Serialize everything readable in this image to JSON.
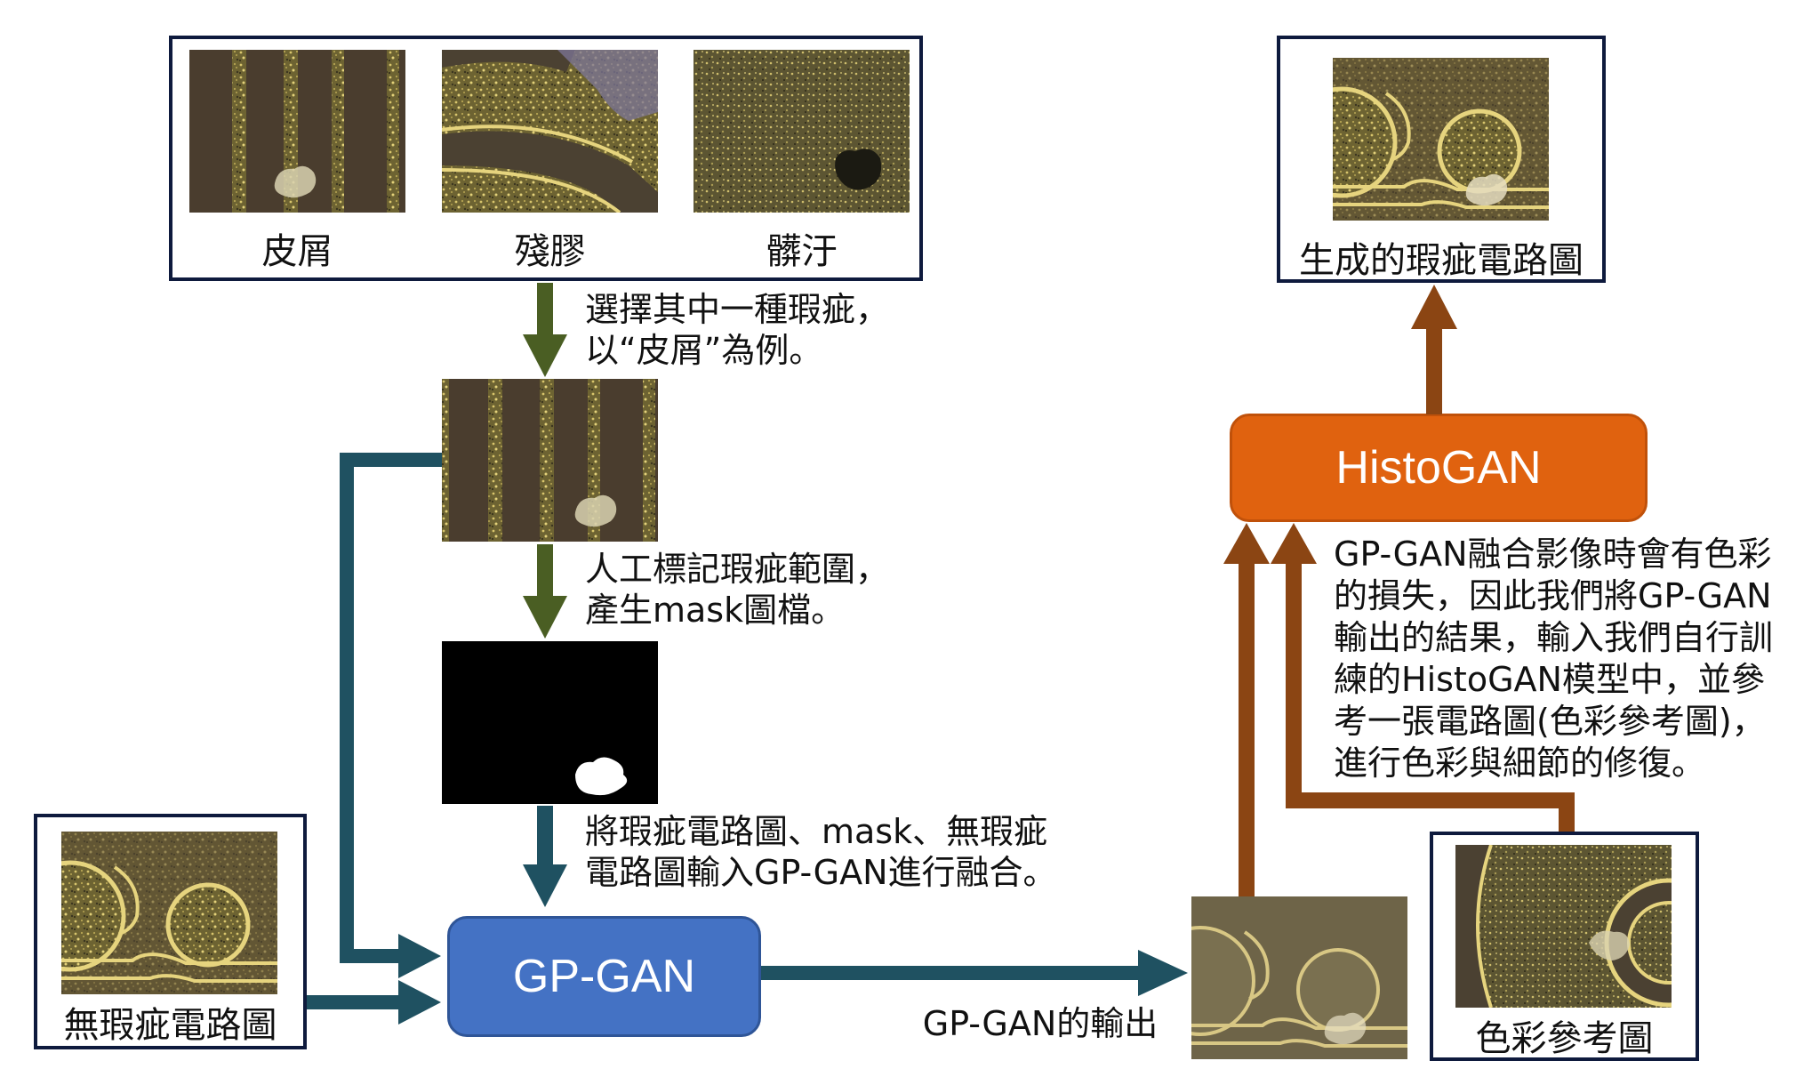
{
  "defect_types": {
    "skin_flake": "皮屑",
    "residual_glue": "殘膠",
    "dirt": "髒汙"
  },
  "steps": {
    "select_line1": "選擇其中一種瑕疵，",
    "select_line2": "以“皮屑”為例。",
    "mask_line1": "人工標記瑕疵範圍，",
    "mask_line2": "產生mask圖檔。",
    "fuse_line1": "將瑕疵電路圖、mask、無瑕疵",
    "fuse_line2": "電路圖輸入GP-GAN進行融合。"
  },
  "clean_image_label": "無瑕疵電路圖",
  "gpgan_label": "GP-GAN",
  "gpgan_output_label": "GP-GAN的輸出",
  "histogan_label": "HistoGAN",
  "histogan_note": [
    "GP-GAN融合影像時會有色彩",
    "的損失，因此我們將GP-GAN",
    "輸出的結果，輸入我們自行訓",
    "練的HistoGAN模型中，並參",
    "考一張電路圖(色彩參考圖)，",
    "進行色彩與細節的修復。"
  ],
  "color_reference_label": "色彩參考圖",
  "generated_label": "生成的瑕疵電路圖",
  "colors": {
    "frame_border": "#0e1a3d",
    "green_arrow": "#4a5e23",
    "teal_arrow": "#1f5161",
    "brown_arrow": "#8b4513",
    "gpgan_fill": "#4472c4",
    "histogan_fill": "#e0620f"
  }
}
